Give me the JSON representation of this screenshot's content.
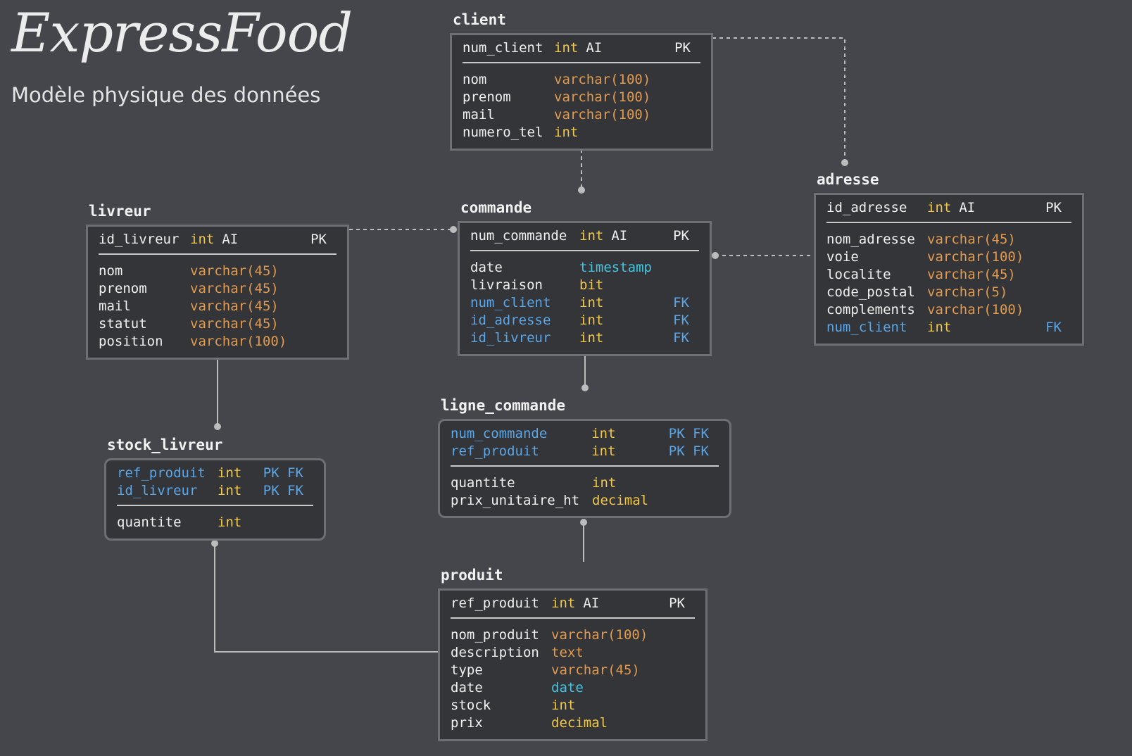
{
  "brand": "ExpressFood",
  "subtitle": "Modèle physique des données",
  "tables": {
    "client": {
      "name": "client",
      "pk": [
        {
          "name": "num_client",
          "type": "int",
          "ai": "AI",
          "key": "PK"
        }
      ],
      "cols": [
        {
          "name": "nom",
          "type": "varchar(100)"
        },
        {
          "name": "prenom",
          "type": "varchar(100)"
        },
        {
          "name": "mail",
          "type": "varchar(100)"
        },
        {
          "name": "numero_tel",
          "type": "int"
        }
      ]
    },
    "livreur": {
      "name": "livreur",
      "pk": [
        {
          "name": "id_livreur",
          "type": "int",
          "ai": "AI",
          "key": "PK"
        }
      ],
      "cols": [
        {
          "name": "nom",
          "type": "varchar(45)"
        },
        {
          "name": "prenom",
          "type": "varchar(45)"
        },
        {
          "name": "mail",
          "type": "varchar(45)"
        },
        {
          "name": "statut",
          "type": "varchar(45)"
        },
        {
          "name": "position",
          "type": "varchar(100)"
        }
      ]
    },
    "commande": {
      "name": "commande",
      "pk": [
        {
          "name": "num_commande",
          "type": "int",
          "ai": "AI",
          "key": "PK"
        }
      ],
      "cols": [
        {
          "name": "date",
          "type": "timestamp"
        },
        {
          "name": "livraison",
          "type": "bit"
        },
        {
          "name": "num_client",
          "type": "int",
          "key": "FK"
        },
        {
          "name": "id_adresse",
          "type": "int",
          "key": "FK"
        },
        {
          "name": "id_livreur",
          "type": "int",
          "key": "FK"
        }
      ]
    },
    "adresse": {
      "name": "adresse",
      "pk": [
        {
          "name": "id_adresse",
          "type": "int",
          "ai": "AI",
          "key": "PK"
        }
      ],
      "cols": [
        {
          "name": "nom_adresse",
          "type": "varchar(45)"
        },
        {
          "name": "voie",
          "type": "varchar(100)"
        },
        {
          "name": "localite",
          "type": "varchar(45)"
        },
        {
          "name": "code_postal",
          "type": "varchar(5)"
        },
        {
          "name": "complements",
          "type": "varchar(100)"
        },
        {
          "name": "num_client",
          "type": "int",
          "key": "FK"
        }
      ]
    },
    "ligne_commande": {
      "name": "ligne_commande",
      "pk": [
        {
          "name": "num_commande",
          "type": "int",
          "key": "PK FK"
        },
        {
          "name": "ref_produit",
          "type": "int",
          "key": "PK FK"
        }
      ],
      "cols": [
        {
          "name": "quantite",
          "type": "int"
        },
        {
          "name": "prix_unitaire_ht",
          "type": "decimal"
        }
      ]
    },
    "stock_livreur": {
      "name": "stock_livreur",
      "pk": [
        {
          "name": "ref_produit",
          "type": "int",
          "key": "PK FK"
        },
        {
          "name": "id_livreur",
          "type": "int",
          "key": "PK FK"
        }
      ],
      "cols": [
        {
          "name": "quantite",
          "type": "int"
        }
      ]
    },
    "produit": {
      "name": "produit",
      "pk": [
        {
          "name": "ref_produit",
          "type": "int",
          "ai": "AI",
          "key": "PK"
        }
      ],
      "cols": [
        {
          "name": "nom_produit",
          "type": "varchar(100)"
        },
        {
          "name": "description",
          "type": "text"
        },
        {
          "name": "type",
          "type": "varchar(45)"
        },
        {
          "name": "date",
          "type": "date"
        },
        {
          "name": "stock",
          "type": "int"
        },
        {
          "name": "prix",
          "type": "decimal"
        }
      ]
    }
  },
  "colors": {
    "background": "#45464b",
    "table_bg": "#343539",
    "border": "#6e6f74",
    "connector": "#bcbcbc",
    "fk": "#5aa6e6",
    "int": "#f0c84a",
    "varchar": "#e19a4e",
    "timestamp": "#44c6e3"
  }
}
